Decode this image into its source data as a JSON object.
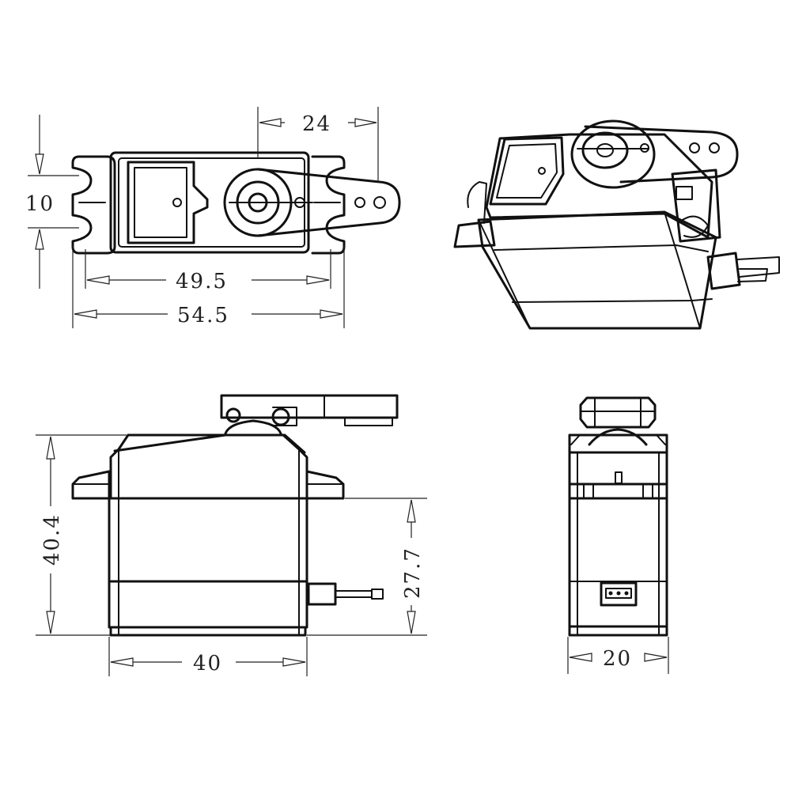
{
  "dimensions": {
    "top_horn_offset": "24",
    "top_width": "10",
    "top_mount_pitch": "49.5",
    "top_overall_length": "54.5",
    "front_height": "40.4",
    "front_flange_height": "27.7",
    "front_body_length": "40",
    "side_body_width": "20"
  }
}
